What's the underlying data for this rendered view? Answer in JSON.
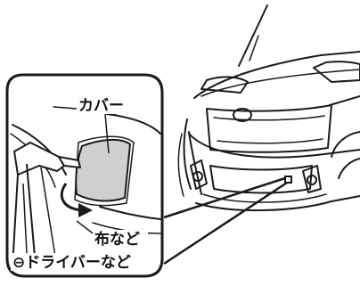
{
  "labels": {
    "cover": "カバー",
    "cloth": "布など",
    "screwdriver": "⊖ドライバーなど"
  },
  "colors": {
    "outline": "#1a1a1a",
    "cover_fill": "#cfcfcf",
    "arrow": "#1a1a1a",
    "background": "#ffffff"
  },
  "icons": {
    "arrow": "curved-arrow-icon"
  }
}
